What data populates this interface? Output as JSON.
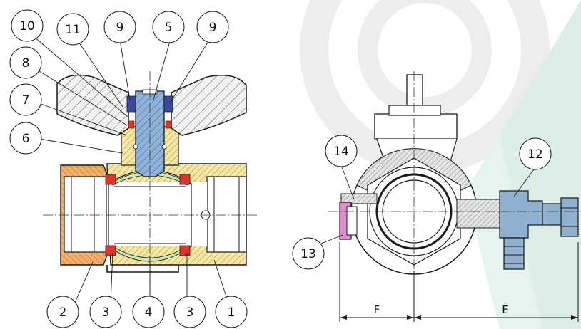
{
  "callouts": {
    "c10": "10",
    "c11": "11",
    "c9a": "9",
    "c5": "5",
    "c9b": "9",
    "c8": "8",
    "c7": "7",
    "c6": "6",
    "c2": "2",
    "c3a": "3",
    "c4": "4",
    "c3b": "3",
    "c1": "1",
    "c14": "14",
    "c12": "12",
    "c13": "13"
  },
  "dimensions": {
    "f": "F",
    "e": "E"
  },
  "colors": {
    "body_brass": "#f6e7a2",
    "nut_orange": "#f3b06a",
    "stem_blue": "#8fb3d9",
    "seal_red": "#e0332a",
    "oring_navy": "#3b4aa0",
    "ball_green": "#cfe8b8",
    "drain_blue": "#8fb0cf",
    "cap_pink": "#e58ad0",
    "watermark_grey": "#e8e8e8",
    "watermark_green": "#dcefe6"
  }
}
